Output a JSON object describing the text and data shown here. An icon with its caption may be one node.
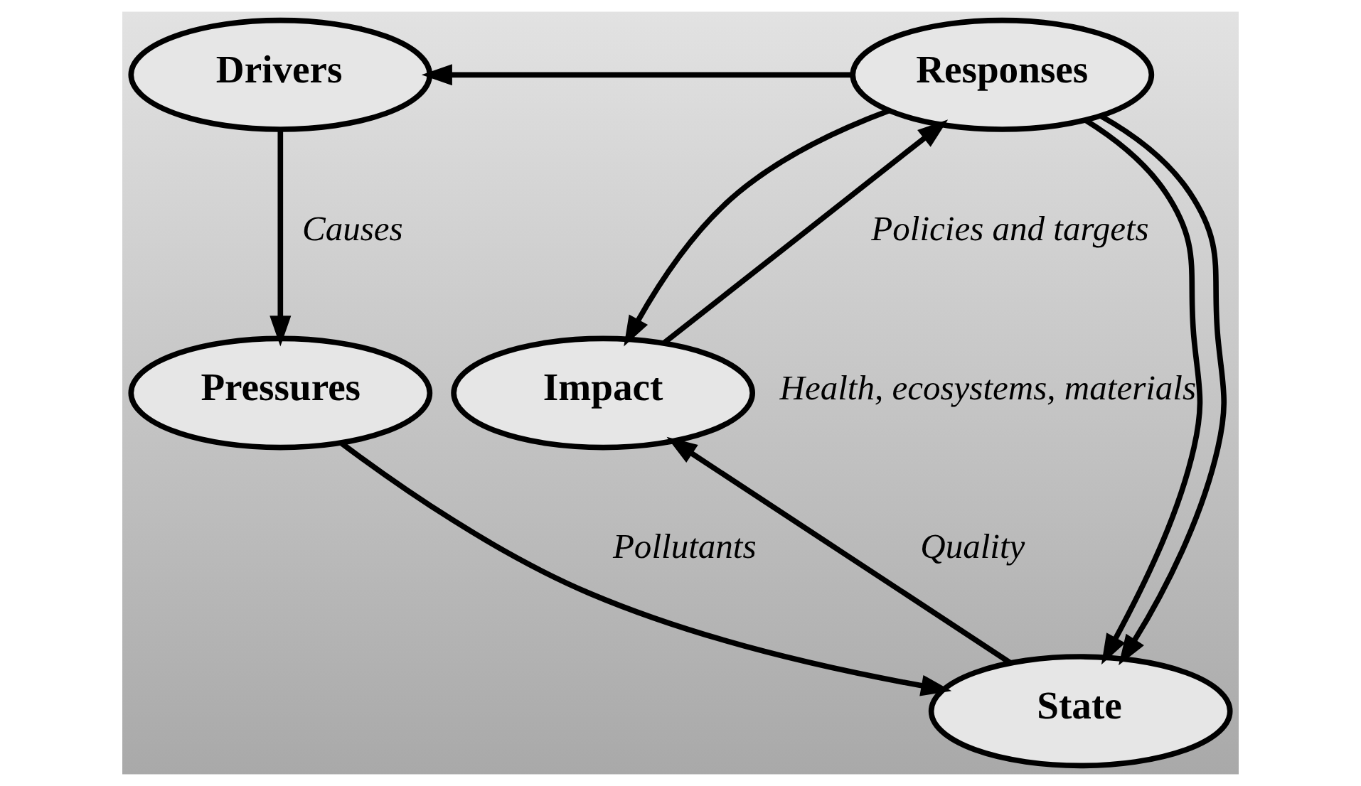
{
  "diagram": {
    "nodes": [
      {
        "text": [
          "Drivers"
        ]
      },
      {
        "text": [
          "Responses"
        ]
      },
      {
        "text": [
          "Pressures"
        ]
      },
      {
        "text": [
          "Impact"
        ],
        "beside": [
          "Health, ecosystems, materials"
        ]
      },
      {
        "text": [
          "State"
        ]
      }
    ],
    "edges": [
      {
        "from": 1,
        "to": 0,
        "arrow": "to"
      },
      {
        "from": 0,
        "to": 2,
        "arrow": "to",
        "label": "Causes"
      },
      {
        "from": 2,
        "to": 4,
        "arrow": "to",
        "label": "Pollutants"
      },
      {
        "from": 1,
        "to": 4,
        "arrow": "to"
      },
      {
        "from": 1,
        "to": 4,
        "arrow": "to"
      },
      {
        "from": 1,
        "to": 3,
        "arrow": "to"
      },
      {
        "from": 3,
        "to": 1,
        "arrow": "to",
        "label": "Policies and targets"
      },
      {
        "from": 4,
        "to": 3,
        "arrow": "to",
        "label": "Quality"
      }
    ]
  }
}
